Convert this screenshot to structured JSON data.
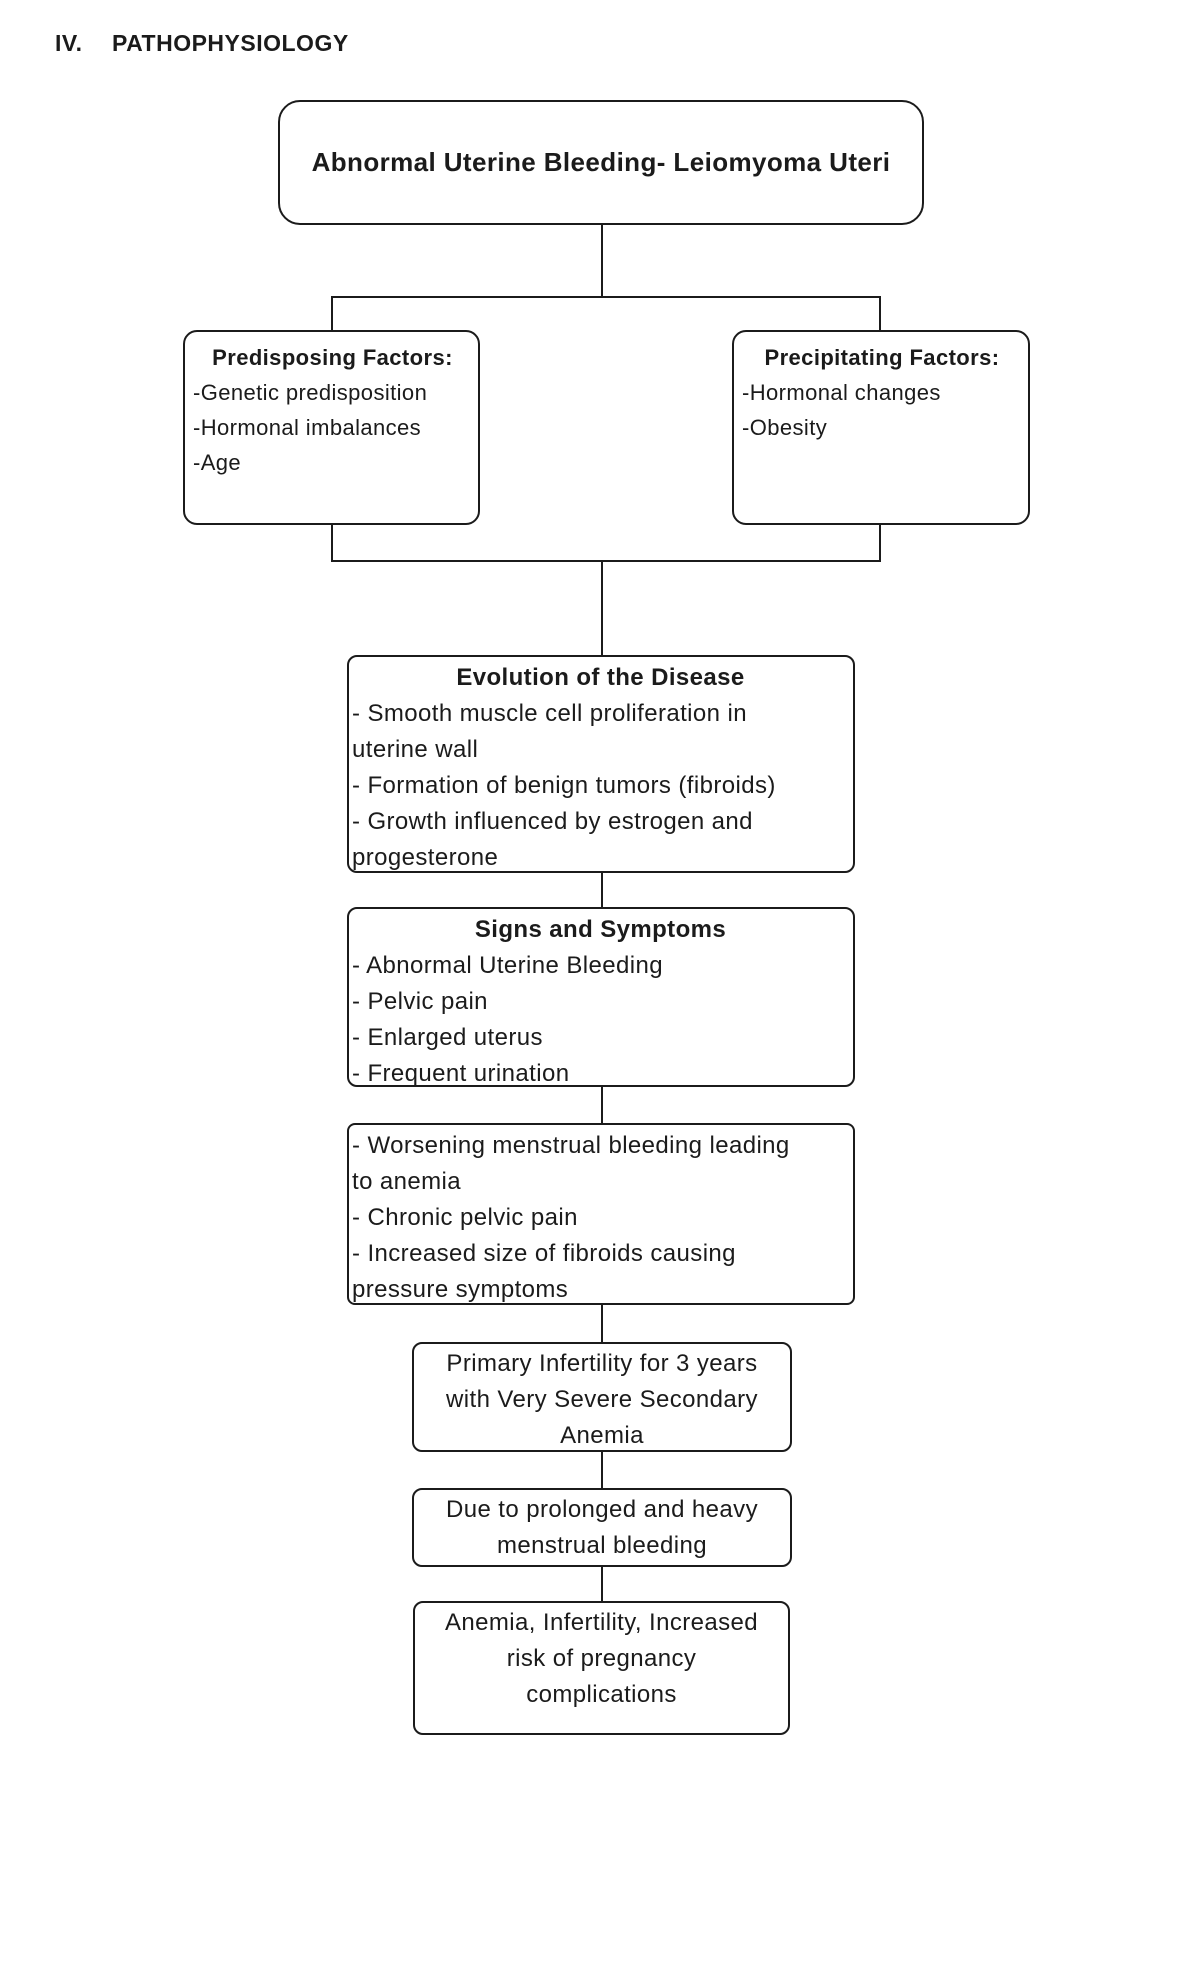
{
  "page": {
    "heading_number": "IV.",
    "heading_title": "PATHOPHYSIOLOGY"
  },
  "flowchart": {
    "root": {
      "title": "Abnormal Uterine Bleeding- Leiomyoma Uteri"
    },
    "predisposing": {
      "title": "Predisposing Factors:",
      "lines": [
        "-Genetic predisposition",
        "-Hormonal imbalances",
        "-Age"
      ]
    },
    "precipitating": {
      "title": "Precipitating Factors:",
      "lines": [
        "-Hormonal changes",
        "-Obesity"
      ]
    },
    "evolution": {
      "title": "Evolution of the Disease",
      "lines": [
        "- Smooth muscle cell proliferation in",
        "uterine wall",
        "- Formation of benign tumors (fibroids)",
        "- Growth influenced by estrogen and",
        "progesterone"
      ]
    },
    "signs": {
      "title": "Signs and Symptoms",
      "lines": [
        "- Abnormal Uterine Bleeding",
        "- Pelvic pain",
        "- Enlarged uterus",
        "- Frequent urination"
      ]
    },
    "worsening": {
      "lines": [
        "- Worsening menstrual bleeding leading",
        "to anemia",
        "- Chronic pelvic pain",
        "- Increased size of fibroids causing",
        "pressure symptoms"
      ]
    },
    "infertility": {
      "lines": [
        "Primary Infertility for 3 years",
        "with Very Severe Secondary",
        "Anemia"
      ]
    },
    "cause": {
      "lines": [
        "Due to prolonged and heavy",
        "menstrual bleeding"
      ]
    },
    "complications": {
      "lines": [
        "Anemia, Infertility, Increased",
        "risk of pregnancy",
        "complications"
      ]
    }
  },
  "colors": {
    "background": "#ffffff",
    "line": "#1b1b1b",
    "text": "#1b1b1b"
  }
}
